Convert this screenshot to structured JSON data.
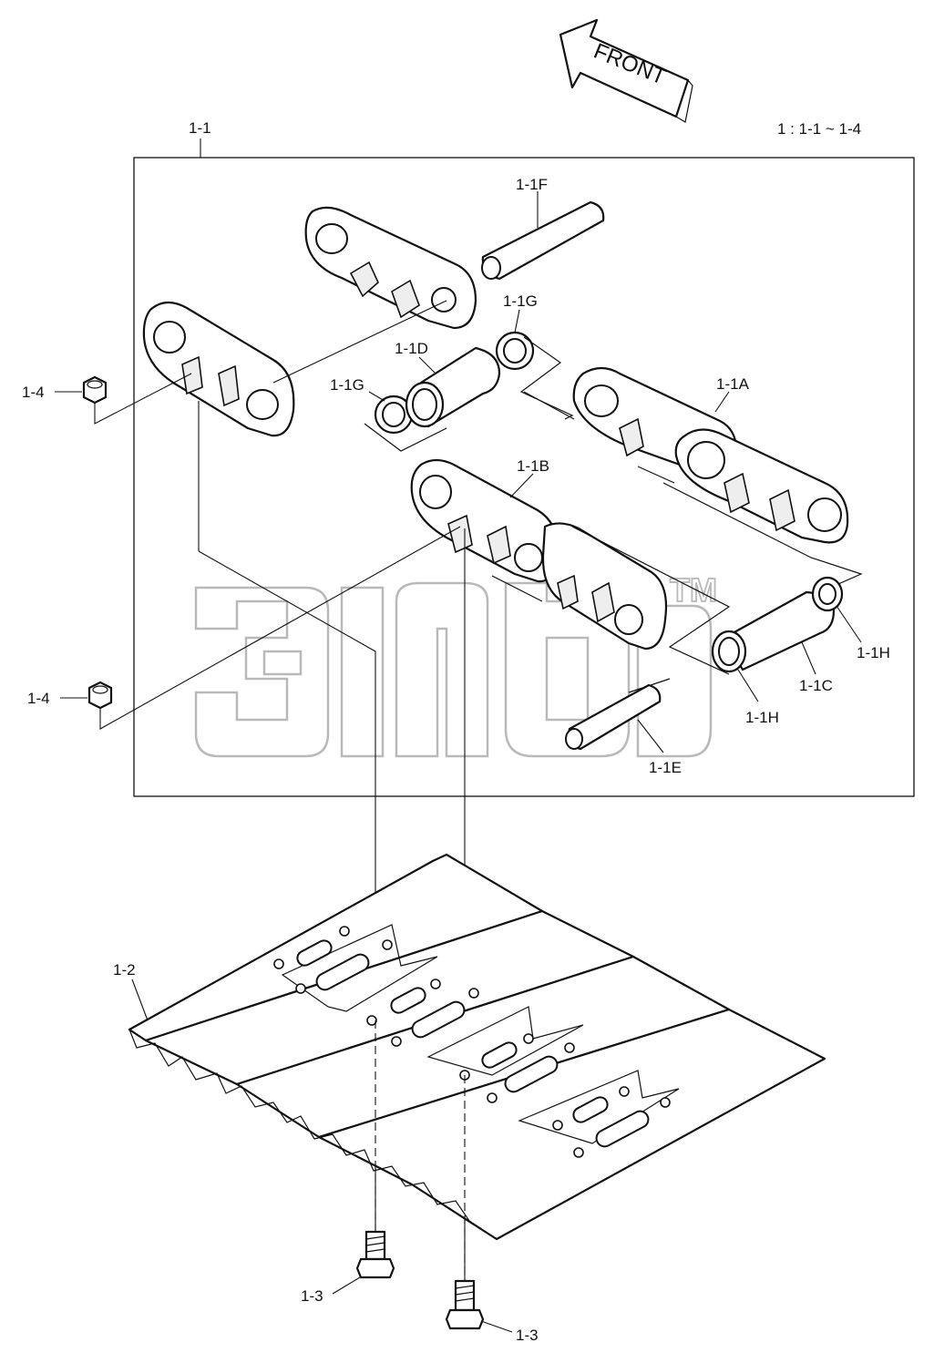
{
  "scale_note": "1 : 1-1 ~ 1-4",
  "direction_arrow": {
    "label": "FRONT"
  },
  "watermark": {
    "trademark": "TM"
  },
  "callouts": {
    "assembly": "1-1",
    "link_a": "1-1A",
    "link_b": "1-1B",
    "bushing": "1-1C",
    "bushing_d": "1-1D",
    "pin_e": "1-1E",
    "pin_f": "1-1F",
    "seal_g_top": "1-1G",
    "seal_g_left": "1-1G",
    "seal_h_right": "1-1H",
    "seal_h_bottom": "1-1H",
    "shoe": "1-2",
    "bolt_left": "1-3",
    "bolt_right": "1-3",
    "nut_top": "1-4",
    "nut_bottom": "1-4"
  }
}
